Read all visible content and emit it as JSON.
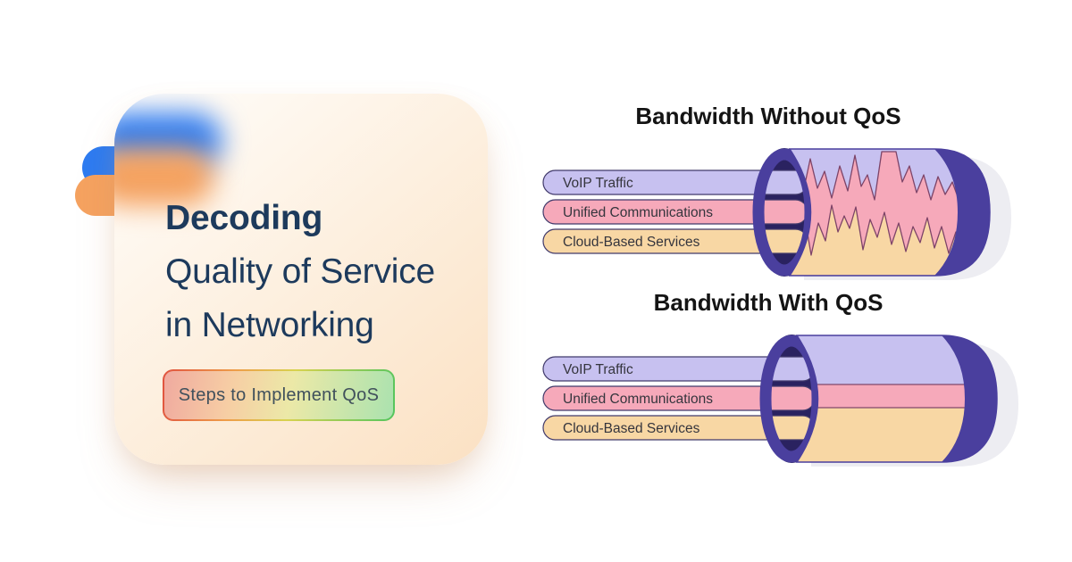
{
  "page": {
    "background": "#ffffff"
  },
  "hero_card": {
    "title_lines": [
      "Decoding",
      "Quality of Service",
      "in Networking"
    ],
    "button_label": "Steps to Implement QoS",
    "title_color": "#1d3a5c",
    "button_text_color": "#40505c",
    "card_gradient": [
      "#fffefc",
      "#fdf0e0",
      "#fbe1c3"
    ],
    "blob_colors": {
      "blue": "#2d7bf1",
      "orange": "#f5a260"
    },
    "button_border_gradient": [
      "#e0523f",
      "#ee9d49",
      "#d8d24f",
      "#53c55e"
    ]
  },
  "diagrams": [
    {
      "title": "Bandwidth Without QoS",
      "flow": "chaotic",
      "pipes": [
        {
          "label": "VoIP Traffic",
          "color": "#c7c1f0"
        },
        {
          "label": "Unified Communications",
          "color": "#f6a9ba"
        },
        {
          "label": "Cloud-Based Services",
          "color": "#f8d7a4"
        }
      ]
    },
    {
      "title": "Bandwidth With QoS",
      "flow": "prioritized",
      "pipes": [
        {
          "label": "VoIP Traffic",
          "color": "#c7c1f0"
        },
        {
          "label": "Unified Communications",
          "color": "#f6a9ba"
        },
        {
          "label": "Cloud-Based Services",
          "color": "#f8d7a4"
        }
      ]
    }
  ],
  "illustration_colors": {
    "heading_color": "#141414",
    "label_color": "#35353d",
    "cylinder_rim": "#4a3f9e",
    "cylinder_hole": "#2a2260",
    "pipe_outline": "#413a6b",
    "band_outline": "#7d4468",
    "shadow": "#ededf2"
  }
}
